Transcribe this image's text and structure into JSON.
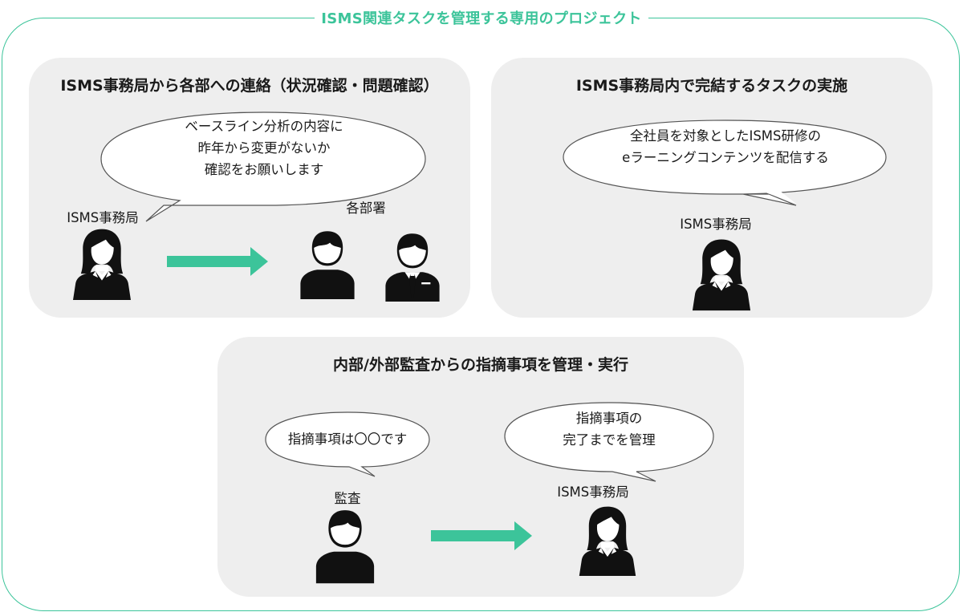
{
  "title": "ISMS関連タスクを管理する専用のプロジェクト",
  "colors": {
    "accent": "#3cc49a",
    "panel": "#eeeeee",
    "figure": "#111111"
  },
  "panels": [
    {
      "title": "ISMS事務局から各部への連絡（状況確認・問題確認）",
      "bubble": [
        "ベースライン分析の内容に",
        "昨年から変更がないか",
        "確認をお願いします"
      ],
      "sender": "ISMS事務局",
      "receiver": "各部署",
      "icons": [
        "woman-icon",
        "arrow-right-icon",
        "man-icon",
        "businessman-icon"
      ]
    },
    {
      "title": "ISMS事務局内で完結するタスクの実施",
      "bubble": [
        "全社員を対象としたISMS研修の",
        "eラーニングコンテンツを配信する"
      ],
      "actor": "ISMS事務局",
      "icons": [
        "woman-icon"
      ]
    },
    {
      "title": "内部/外部監査からの指摘事項を管理・実行",
      "left_bubble": [
        "指摘事項は〇〇です"
      ],
      "left_actor": "監査",
      "right_bubble": [
        "指摘事項の",
        "完了までを管理"
      ],
      "right_actor": "ISMS事務局",
      "icons": [
        "man-icon",
        "arrow-right-icon",
        "woman-icon"
      ]
    }
  ]
}
